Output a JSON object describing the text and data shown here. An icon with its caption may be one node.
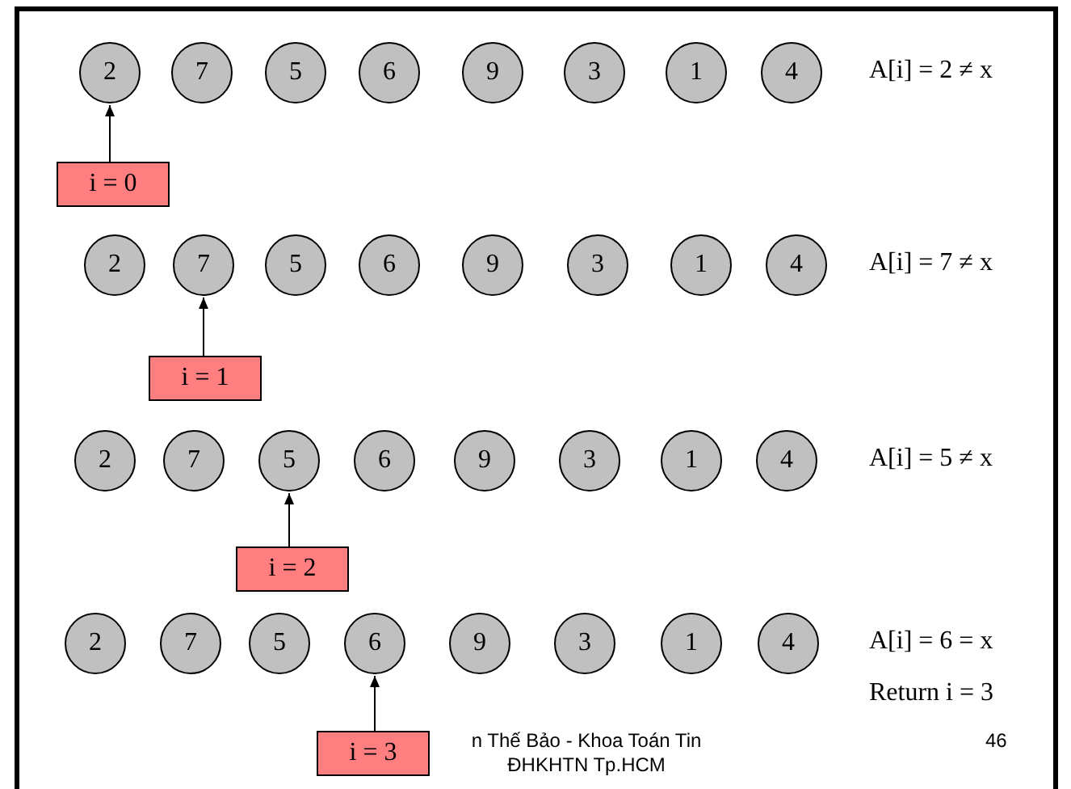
{
  "diagram": {
    "nodes": [
      {
        "text": [
          "2"
        ]
      },
      {
        "text": [
          "7"
        ]
      },
      {
        "text": [
          "5"
        ]
      },
      {
        "text": [
          "6"
        ]
      },
      {
        "text": [
          "9"
        ]
      },
      {
        "text": [
          "3"
        ]
      },
      {
        "text": [
          "1"
        ]
      },
      {
        "text": [
          "4"
        ]
      },
      {
        "text": [
          "i = 0"
        ]
      },
      {
        "text": [
          "2"
        ]
      },
      {
        "text": [
          "7"
        ]
      },
      {
        "text": [
          "5"
        ]
      },
      {
        "text": [
          "6"
        ]
      },
      {
        "text": [
          "9"
        ]
      },
      {
        "text": [
          "3"
        ]
      },
      {
        "text": [
          "1"
        ]
      },
      {
        "text": [
          "4"
        ]
      },
      {
        "text": [
          "i = 1"
        ]
      },
      {
        "text": [
          "2"
        ]
      },
      {
        "text": [
          "7"
        ]
      },
      {
        "text": [
          "5"
        ]
      },
      {
        "text": [
          "6"
        ]
      },
      {
        "text": [
          "9"
        ]
      },
      {
        "text": [
          "3"
        ]
      },
      {
        "text": [
          "1"
        ]
      },
      {
        "text": [
          "4"
        ]
      },
      {
        "text": [
          "i = 2"
        ]
      },
      {
        "text": [
          "2"
        ]
      },
      {
        "text": [
          "7"
        ]
      },
      {
        "text": [
          "5"
        ]
      },
      {
        "text": [
          "6"
        ]
      },
      {
        "text": [
          "9"
        ]
      },
      {
        "text": [
          "3"
        ]
      },
      {
        "text": [
          "1"
        ]
      },
      {
        "text": [
          "4"
        ]
      },
      {
        "text": [
          "i = 3"
        ]
      }
    ],
    "edges": [
      {
        "from": 8,
        "to": 0,
        "arrow": "to"
      },
      {
        "from": 17,
        "to": 10,
        "arrow": "to"
      },
      {
        "from": 26,
        "to": 20,
        "arrow": "to"
      },
      {
        "from": 35,
        "to": 30,
        "arrow": "to"
      }
    ],
    "labels": [
      "A[i] = 2 ≠ x",
      "A[i] = 7 ≠ x",
      "A[i] = 5 ≠ x",
      "A[i] = 6 = x",
      "Return i = 3",
      "n Thế Bảo - Khoa Toán Tin ĐHKHTN Tp.HCM",
      "46"
    ]
  }
}
